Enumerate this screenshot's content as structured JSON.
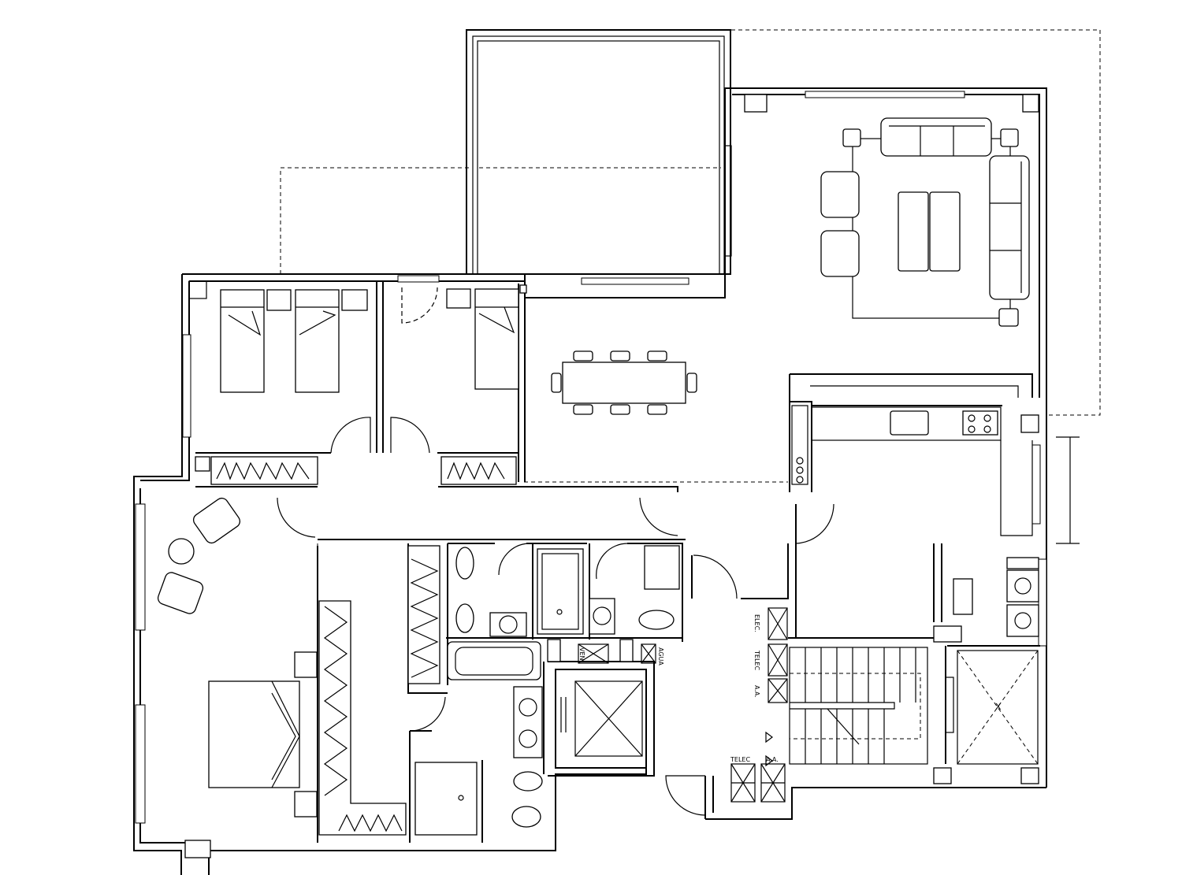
{
  "labels": {
    "elec": "ELEC.",
    "telec_shaft": "TELEC",
    "aa_shaft": "A.A.",
    "vent": "VEN",
    "agua": "AGUA",
    "telec_box": "TELEC",
    "aa_box": "A.A.",
    "lift_mark": "X"
  }
}
